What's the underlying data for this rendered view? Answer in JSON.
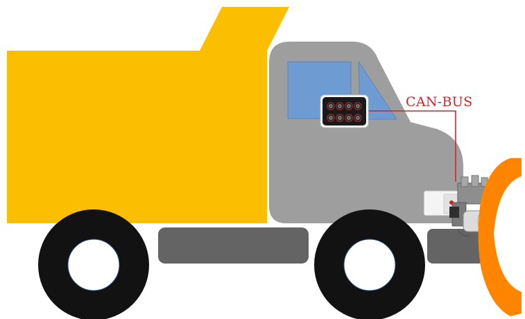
{
  "diagram": {
    "label": "CAN-BUS",
    "colors": {
      "dump_body": "#FCBE00",
      "cab": "#9E9E9E",
      "window": "#6E9BD1",
      "fender": "#646464",
      "tire": "#121212",
      "wheel_hub": "#FFFFFF",
      "plow": "#FF8400",
      "can_line": "#D2232A",
      "keypad": "#1A1A1A",
      "keypad_button_ring": "#B3282D"
    },
    "keypad_icons": [
      "headlight-icon",
      "power-icon",
      "flood-light-icon",
      "work-light-icon",
      "wiper-icon",
      "plow-up-icon",
      "plow-angle-icon",
      "plow-down-icon"
    ],
    "components": [
      "dump-body",
      "cab",
      "keypad-controller",
      "hydraulic-power-unit",
      "plow-blade",
      "front-wheel",
      "rear-wheel"
    ]
  }
}
